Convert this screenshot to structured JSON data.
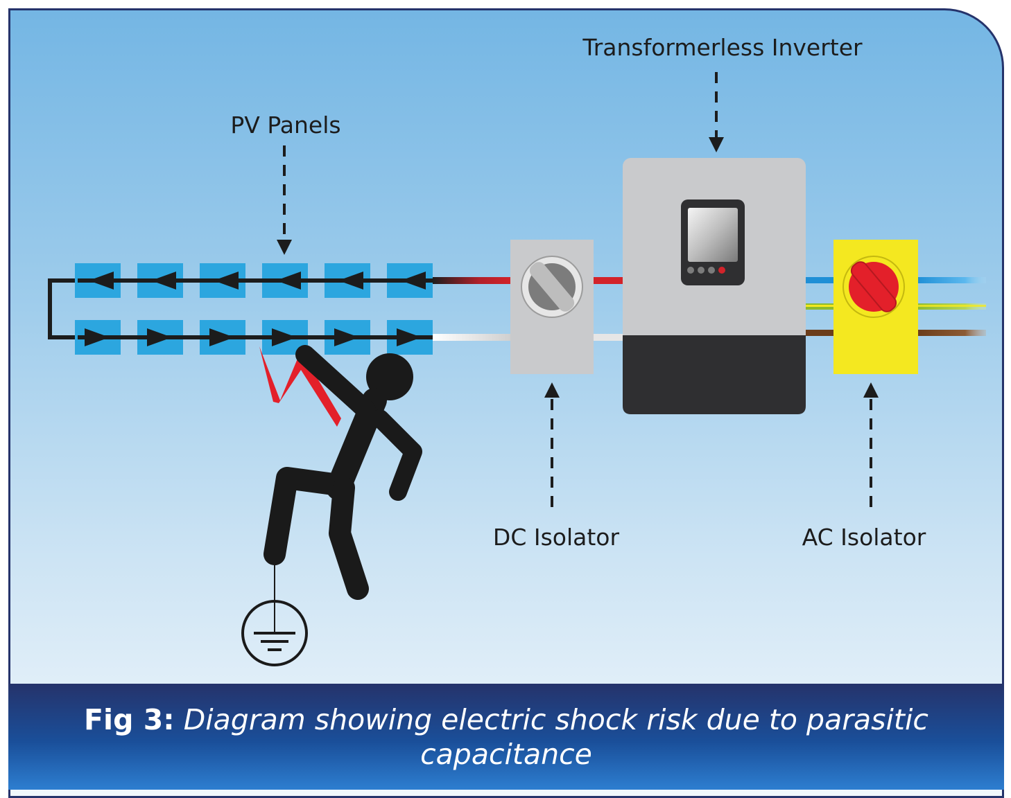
{
  "labels": {
    "inverter": "Transformerless Inverter",
    "pv_panels": "PV Panels",
    "dc_isolator": "DC Isolator",
    "ac_isolator": "AC Isolator"
  },
  "caption": {
    "prefix": "Fig 3:",
    "text": "Diagram showing electric shock risk due to parasitic capacitance"
  },
  "colors": {
    "panel": "#2ca6df",
    "frame_border": "#25336b",
    "dc_positive_wire": "#d2232a",
    "dc_negative_wire": "#e0e0e0",
    "ac_live": "#7a4a25",
    "ac_neutral": "#1f8fd6",
    "ac_earth": "#9cc43a",
    "dc_isolator_body": "#c9cacc",
    "ac_isolator_body": "#f4e820",
    "ac_knob": "#e3202a",
    "inverter_body": "#c9cacc",
    "inverter_base": "#2f2f31",
    "shock": "#e3202a"
  },
  "icons": [
    "ground-symbol-icon",
    "lightning-bolt-icon",
    "person-figure-icon",
    "rotary-knob-icon"
  ]
}
